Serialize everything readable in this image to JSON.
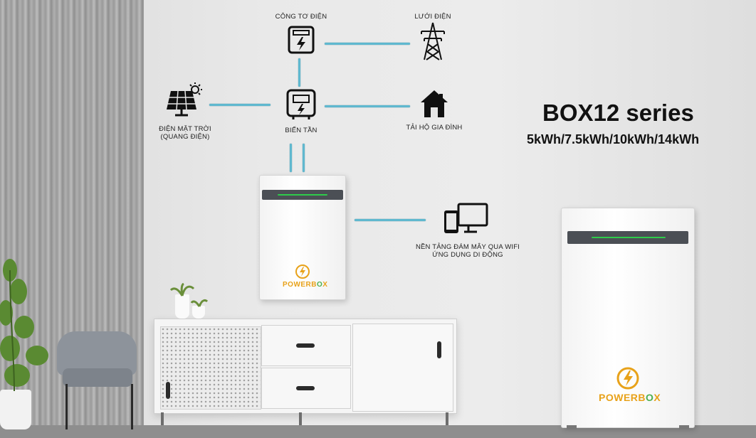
{
  "diagram": {
    "nodes": {
      "meter": {
        "label": "CÔNG TƠ ĐIỆN",
        "icon": "electric-meter-icon"
      },
      "grid": {
        "label": "LƯỚI ĐIỆN",
        "icon": "power-tower-icon"
      },
      "solar": {
        "label_line1": "ĐIỆN MẶT TRỜI",
        "label_line2": "(QUANG ĐIỆN)",
        "icon": "solar-panel-icon"
      },
      "inverter": {
        "label": "BIẾN TẦN",
        "icon": "inverter-icon"
      },
      "home": {
        "label": "TẢI HỘ GIA ĐÌNH",
        "icon": "house-icon"
      },
      "cloud": {
        "label_line1": "NỀN TẢNG ĐÁM MÂY QUA WIFI",
        "label_line2": "ỨNG DỤNG DI ĐỘNG",
        "icon": "devices-icon"
      }
    },
    "edges": [
      {
        "from": "grid",
        "to": "meter"
      },
      {
        "from": "meter",
        "to": "inverter"
      },
      {
        "from": "solar",
        "to": "inverter"
      },
      {
        "from": "home",
        "to": "inverter"
      },
      {
        "from": "inverter",
        "to": "battery"
      },
      {
        "from": "cloud",
        "to": "battery"
      }
    ],
    "connector_color": "#5fb8cf"
  },
  "product": {
    "title": "BOX12 series",
    "capacities": "5kWh/7.5kWh/10kWh/14kWh",
    "brand_part1": "POWERB",
    "brand_o": "O",
    "brand_part2": "X",
    "brand_color_main": "#e8a21a",
    "brand_color_accent": "#4caf50",
    "led_color": "#2ecc4a"
  }
}
